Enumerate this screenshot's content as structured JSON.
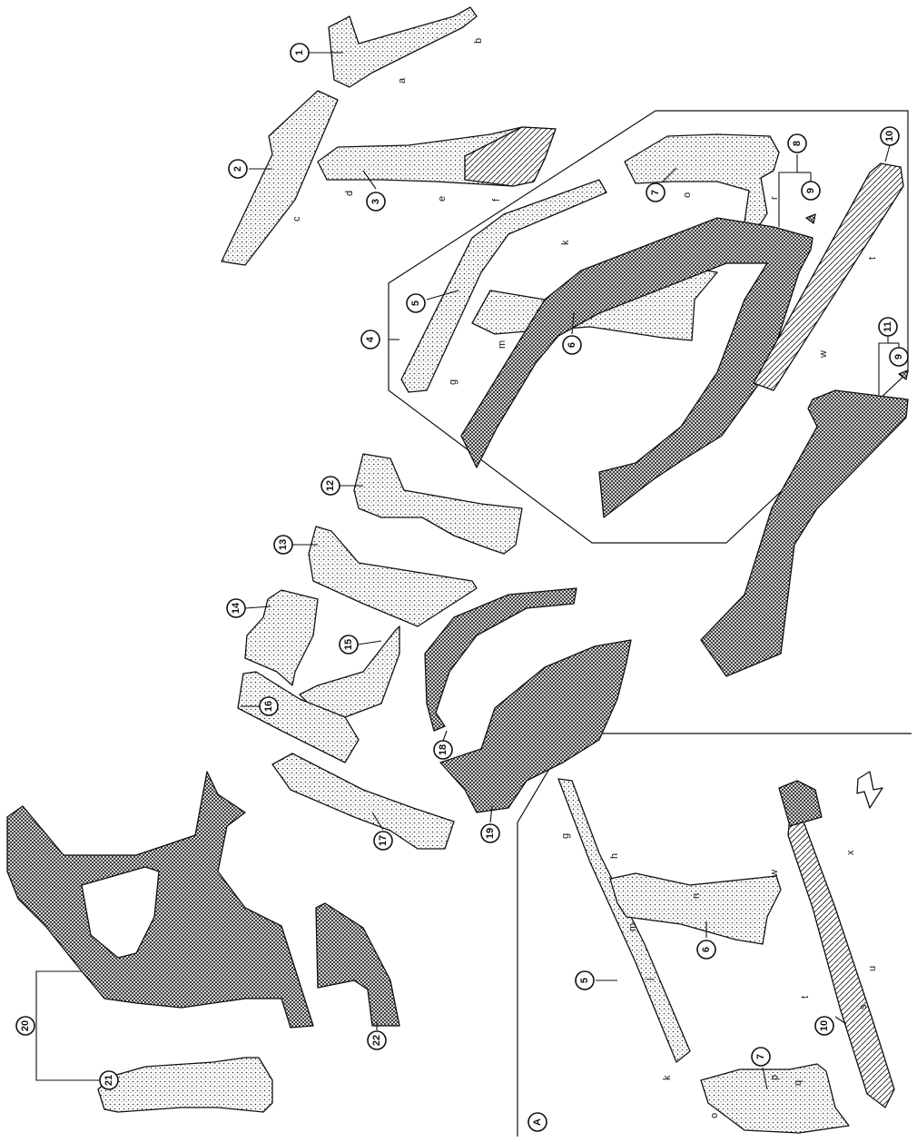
{
  "callouts": [
    {
      "id": "c1",
      "label": "1"
    },
    {
      "id": "c2",
      "label": "2"
    },
    {
      "id": "c3",
      "label": "3"
    },
    {
      "id": "c4",
      "label": "4"
    },
    {
      "id": "c5",
      "label": "5"
    },
    {
      "id": "c6",
      "label": "6"
    },
    {
      "id": "c7",
      "label": "7"
    },
    {
      "id": "c8",
      "label": "8"
    },
    {
      "id": "c9a",
      "label": "9"
    },
    {
      "id": "c9b",
      "label": "9"
    },
    {
      "id": "c10",
      "label": "10"
    },
    {
      "id": "c11",
      "label": "11"
    },
    {
      "id": "c12",
      "label": "12"
    },
    {
      "id": "c13",
      "label": "13"
    },
    {
      "id": "c14",
      "label": "14"
    },
    {
      "id": "c15",
      "label": "15"
    },
    {
      "id": "c16",
      "label": "16"
    },
    {
      "id": "c17",
      "label": "17"
    },
    {
      "id": "c18",
      "label": "18"
    },
    {
      "id": "c19",
      "label": "19"
    },
    {
      "id": "c20",
      "label": "20"
    },
    {
      "id": "c21",
      "label": "21"
    },
    {
      "id": "c22",
      "label": "22"
    },
    {
      "id": "cA5",
      "label": "5"
    },
    {
      "id": "cA6",
      "label": "6"
    },
    {
      "id": "cA7",
      "label": "7"
    },
    {
      "id": "cA10",
      "label": "10"
    },
    {
      "id": "cA",
      "label": "A"
    }
  ],
  "letters": [
    "a",
    "b",
    "c",
    "d",
    "e",
    "f",
    "g",
    "k",
    "m",
    "o",
    "r",
    "t",
    "w",
    "g",
    "h",
    "j",
    "k",
    "m",
    "n",
    "o",
    "p",
    "q",
    "s",
    "t",
    "u",
    "w",
    "x"
  ]
}
